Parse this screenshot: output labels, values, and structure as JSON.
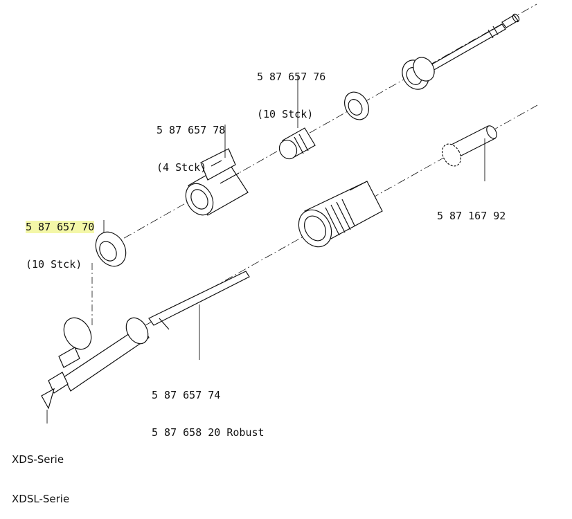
{
  "labels": {
    "part_76": {
      "number": "5 87 657 76",
      "qty": "(10 Stck)"
    },
    "part_78": {
      "number": "5 87 657 78",
      "qty": "(4 Stck)"
    },
    "part_70": {
      "number": "5 87 657 70",
      "qty": "(10 Stck)",
      "highlighted": true,
      "highlight_color": "#f4f7a8"
    },
    "part_92": {
      "number": "5 87 167 92"
    },
    "part_74": {
      "line1": "5 87 657 74",
      "line2": "5 87 658 20 Robust"
    },
    "series": {
      "line1": "XDS-Serie",
      "line2": "XDSL-Serie"
    }
  },
  "colors": {
    "line": "#111111",
    "highlight": "#f4f7a8"
  }
}
